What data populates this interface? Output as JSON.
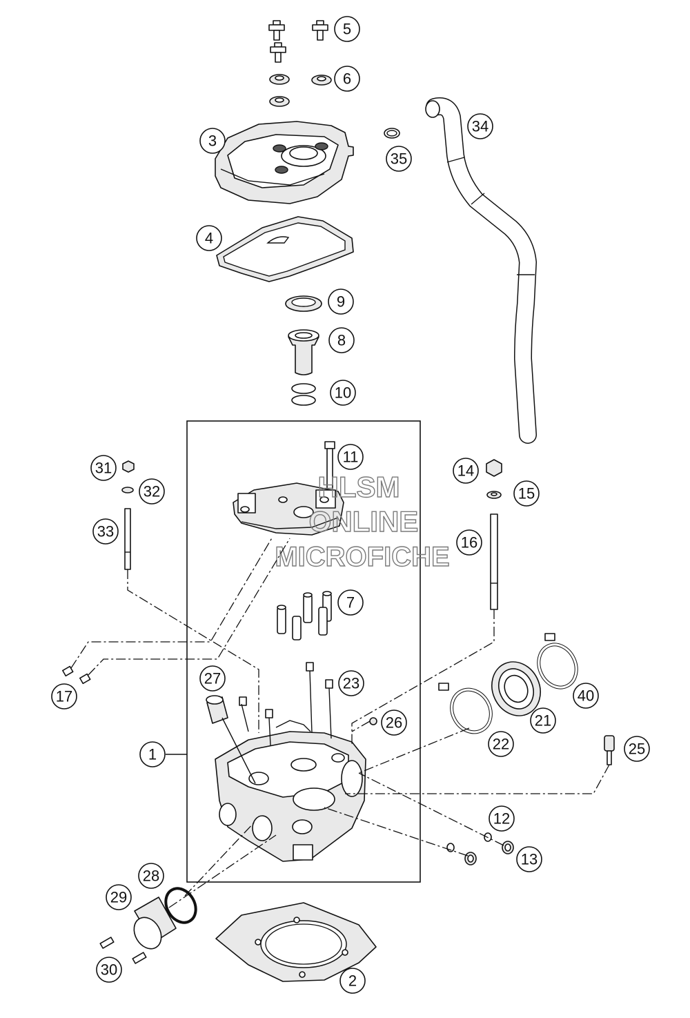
{
  "watermark": {
    "line1": "HLSM",
    "line2": "ONLINE",
    "line3": "MICROFICHE"
  },
  "callouts": [
    "1",
    "2",
    "3",
    "4",
    "5",
    "6",
    "7",
    "8",
    "9",
    "10",
    "11",
    "12",
    "13",
    "14",
    "15",
    "16",
    "17",
    "21",
    "22",
    "23",
    "25",
    "26",
    "27",
    "28",
    "29",
    "30",
    "31",
    "32",
    "33",
    "34",
    "35",
    "40"
  ]
}
